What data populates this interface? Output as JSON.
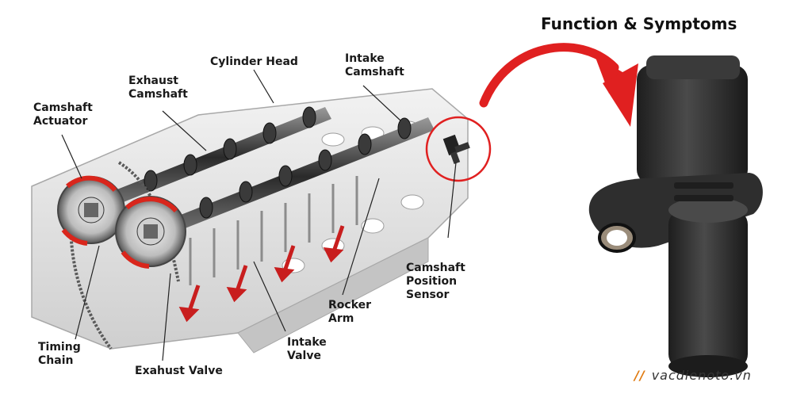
{
  "header": {
    "title": "Function & Symptoms"
  },
  "labels": {
    "cylinder_head": "Cylinder Head",
    "intake_camshaft": "Intake\nCamshaft",
    "exhaust_camshaft": "Exhaust\nCamshaft",
    "camshaft_actuator": "Camshaft\nActuator",
    "camshaft_position_sensor": "Camshaft\nPosition\nSensor",
    "rocker_arm": "Rocker\nArm",
    "intake_valve": "Intake\nValve",
    "exhaust_valve": "Exahust Valve",
    "timing_chain": "Timing\nChain"
  },
  "watermark": {
    "slash": "//",
    "text": "vacdienoto.vn"
  },
  "colors": {
    "accent_red": "#e02020",
    "sensor_black": "#2b2b2b",
    "engine_gray": "#d9d9d9"
  },
  "icons": {
    "curved_arrow": "curved-arrow-icon",
    "highlight_ring": "highlight-circle"
  }
}
